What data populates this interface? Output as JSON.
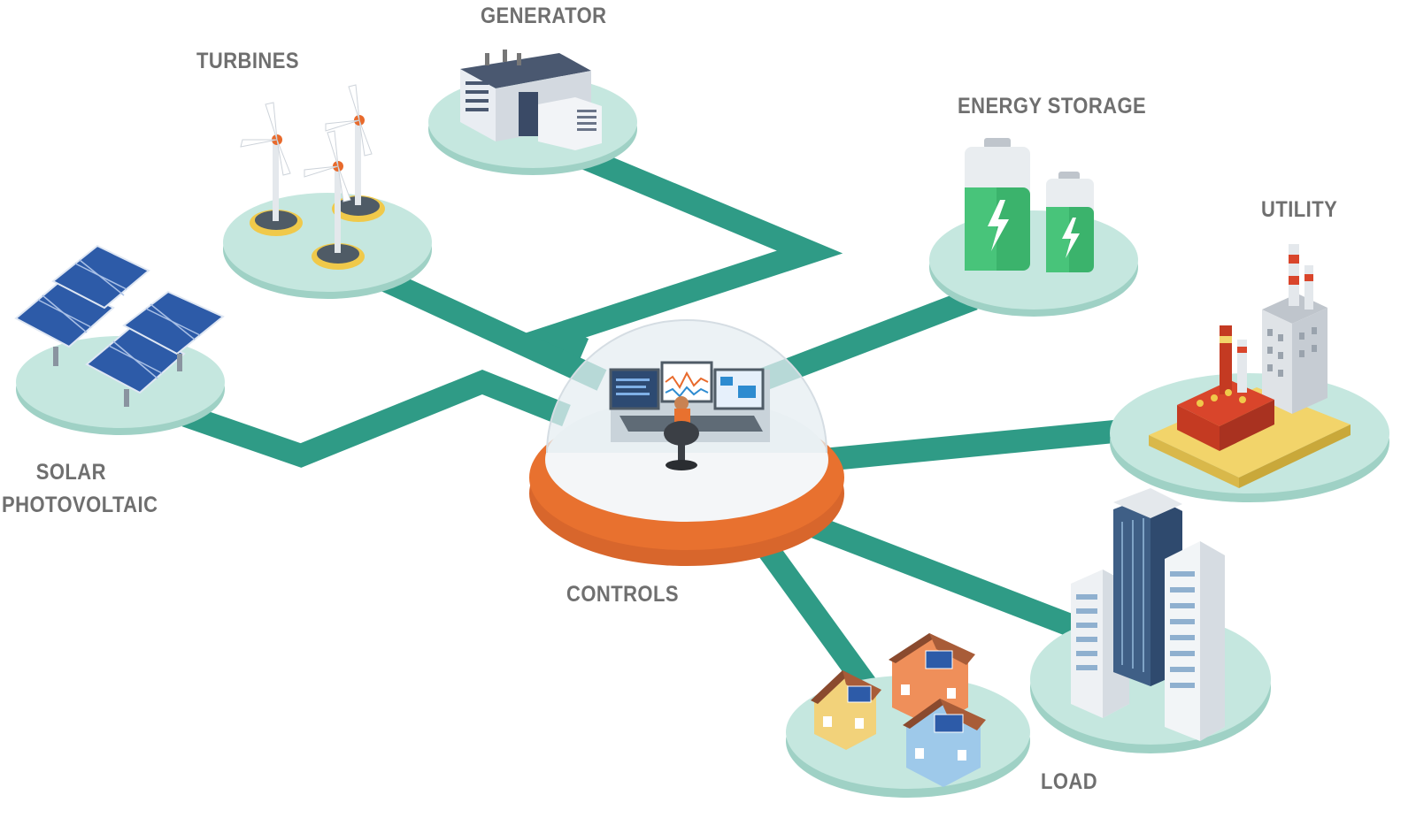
{
  "diagram": {
    "labels": {
      "generator": "GENERATOR",
      "turbines": "TURBINES",
      "energy_storage": "ENERGY STORAGE",
      "utility": "UTILITY",
      "solar_line1": "SOLAR",
      "solar_line2": "PHOTOVOLTAIC",
      "controls": "CONTROLS",
      "load": "LOAD"
    },
    "colors": {
      "connector": "#2f9b86",
      "platform": "#bfe3da",
      "platform_edge": "#9fd1c5",
      "controls_ring": "#e8712f",
      "label_text": "#6f6f6f"
    }
  }
}
